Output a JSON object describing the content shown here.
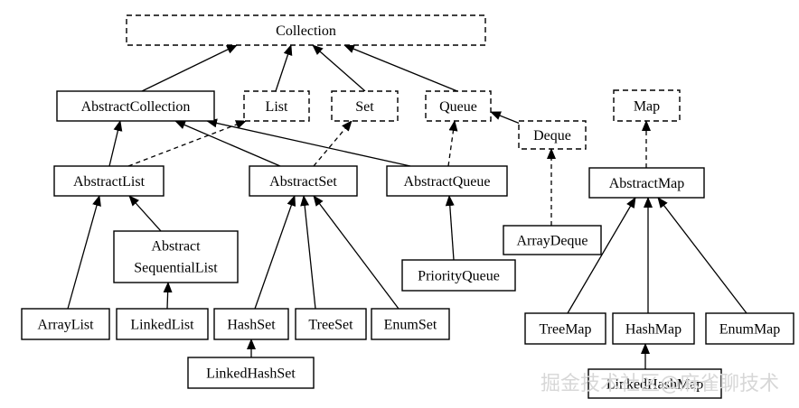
{
  "nodes": {
    "collection": {
      "label": "Collection",
      "kind": "interface"
    },
    "abstract_collection": {
      "label": "AbstractCollection",
      "kind": "class"
    },
    "list": {
      "label": "List",
      "kind": "interface"
    },
    "set": {
      "label": "Set",
      "kind": "interface"
    },
    "queue": {
      "label": "Queue",
      "kind": "interface"
    },
    "deque": {
      "label": "Deque",
      "kind": "interface"
    },
    "map": {
      "label": "Map",
      "kind": "interface"
    },
    "abstract_list": {
      "label": "AbstractList",
      "kind": "class"
    },
    "abstract_set": {
      "label": "AbstractSet",
      "kind": "class"
    },
    "abstract_queue": {
      "label": "AbstractQueue",
      "kind": "class"
    },
    "abstract_map": {
      "label": "AbstractMap",
      "kind": "class"
    },
    "abstract_sequential_list": {
      "label": "Abstract SequentialList",
      "line1": "Abstract",
      "line2": "SequentialList",
      "kind": "class"
    },
    "array_deque": {
      "label": "ArrayDeque",
      "kind": "class"
    },
    "priority_queue": {
      "label": "PriorityQueue",
      "kind": "class"
    },
    "array_list": {
      "label": "ArrayList",
      "kind": "class"
    },
    "linked_list": {
      "label": "LinkedList",
      "kind": "class"
    },
    "hash_set": {
      "label": "HashSet",
      "kind": "class"
    },
    "tree_set": {
      "label": "TreeSet",
      "kind": "class"
    },
    "enum_set": {
      "label": "EnumSet",
      "kind": "class"
    },
    "linked_hash_set": {
      "label": "LinkedHashSet",
      "kind": "class"
    },
    "tree_map": {
      "label": "TreeMap",
      "kind": "class"
    },
    "hash_map": {
      "label": "HashMap",
      "kind": "class"
    },
    "enum_map": {
      "label": "EnumMap",
      "kind": "class"
    },
    "linked_hash_map": {
      "label": "LinkedHashMap",
      "kind": "class"
    }
  },
  "edges": [
    {
      "from": "abstract_collection",
      "to": "collection",
      "style": "solid"
    },
    {
      "from": "list",
      "to": "collection",
      "style": "solid"
    },
    {
      "from": "set",
      "to": "collection",
      "style": "solid"
    },
    {
      "from": "queue",
      "to": "collection",
      "style": "solid"
    },
    {
      "from": "deque",
      "to": "queue",
      "style": "solid"
    },
    {
      "from": "abstract_list",
      "to": "abstract_collection",
      "style": "solid"
    },
    {
      "from": "abstract_list",
      "to": "list",
      "style": "dashed"
    },
    {
      "from": "abstract_set",
      "to": "abstract_collection",
      "style": "solid"
    },
    {
      "from": "abstract_set",
      "to": "set",
      "style": "dashed"
    },
    {
      "from": "abstract_queue",
      "to": "abstract_collection",
      "style": "solid"
    },
    {
      "from": "abstract_queue",
      "to": "queue",
      "style": "dashed"
    },
    {
      "from": "array_deque",
      "to": "deque",
      "style": "dashed"
    },
    {
      "from": "abstract_map",
      "to": "map",
      "style": "dashed"
    },
    {
      "from": "abstract_sequential_list",
      "to": "abstract_list",
      "style": "solid"
    },
    {
      "from": "array_list",
      "to": "abstract_list",
      "style": "solid"
    },
    {
      "from": "linked_list",
      "to": "abstract_sequential_list",
      "style": "solid"
    },
    {
      "from": "hash_set",
      "to": "abstract_set",
      "style": "solid"
    },
    {
      "from": "tree_set",
      "to": "abstract_set",
      "style": "solid"
    },
    {
      "from": "enum_set",
      "to": "abstract_set",
      "style": "solid"
    },
    {
      "from": "linked_hash_set",
      "to": "hash_set",
      "style": "solid"
    },
    {
      "from": "priority_queue",
      "to": "abstract_queue",
      "style": "solid"
    },
    {
      "from": "tree_map",
      "to": "abstract_map",
      "style": "solid"
    },
    {
      "from": "hash_map",
      "to": "abstract_map",
      "style": "solid"
    },
    {
      "from": "enum_map",
      "to": "abstract_map",
      "style": "solid"
    },
    {
      "from": "linked_hash_map",
      "to": "hash_map",
      "style": "solid"
    }
  ],
  "watermark": "掘金技术社区@麻雀聊技术"
}
